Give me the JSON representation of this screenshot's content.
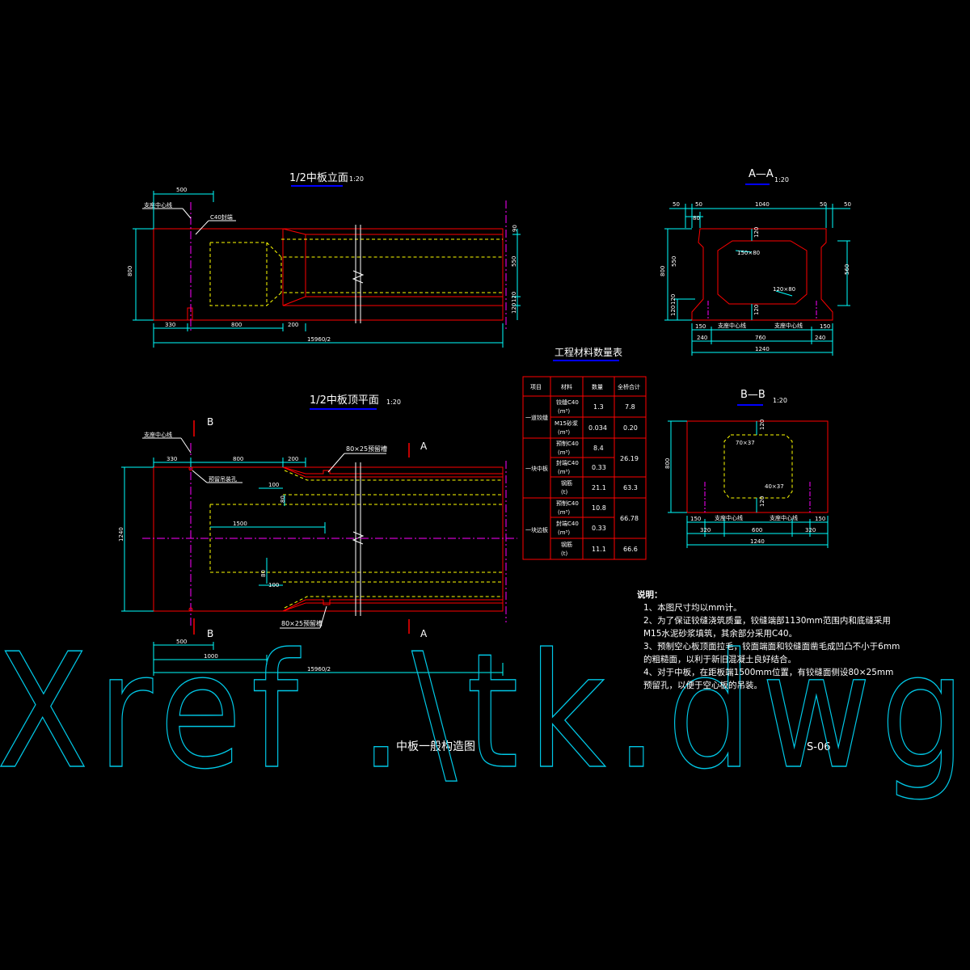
{
  "colors": {
    "background": "#000000",
    "outline": "#ff0000",
    "dashed": "#ffff00",
    "dimension": "#00ffff",
    "centerline": "#ff00ff",
    "text": "#ffffff",
    "title_underline": "#0000ff",
    "watermark": "#00c8e6"
  },
  "elevation": {
    "title": "1/2中板立面",
    "scale": "1:20",
    "label_center": "支座中心线",
    "label_c40": "C40封端",
    "dims": {
      "top_500": "500",
      "left_800": "800",
      "b_330": "330",
      "b_800": "800",
      "b_200": "200",
      "b_total": "15960/2",
      "r_90": "90",
      "r_550": "550",
      "r_120a": "120",
      "r_120b": "120"
    }
  },
  "plan": {
    "title": "1/2中板顶平面",
    "scale": "1:20",
    "label_center": "支座中心线",
    "label_hole": "预留吊装孔",
    "label_groove_top": "80×25预留槽",
    "label_groove_bottom": "80×25预留槽",
    "sec_b_top": "B",
    "sec_b_bottom": "B",
    "sec_a_top": "A",
    "sec_a_bottom": "A",
    "dims": {
      "t_330": "330",
      "t_800": "800",
      "t_200": "200",
      "left_1240": "1240",
      "d_100a": "100",
      "d_80a": "80",
      "d_1500": "1500",
      "d_80b": "80",
      "d_100b": "100",
      "b_500": "500",
      "b_1000": "1000",
      "b_total": "15960/2"
    }
  },
  "sectionA": {
    "title": "A—A",
    "scale": "1:20",
    "dims": {
      "t_50a": "50",
      "t_50b": "50",
      "t_80": "80",
      "t_1040": "1040",
      "t_50c": "50",
      "t_50d": "50",
      "h_120a": "120",
      "chamfer_top": "150×80",
      "chamfer_bottom": "120×80",
      "h_120b": "120",
      "l_800": "800",
      "l_550": "550",
      "l_120a": "120",
      "l_120b": "120",
      "r_560": "560",
      "b_150a": "150",
      "b_150b": "150",
      "b_240a": "240",
      "b_760": "760",
      "b_240b": "240",
      "b_1240": "1240"
    },
    "label_center_left": "支座中心线",
    "label_center_right": "支座中心线"
  },
  "sectionB": {
    "title": "B—B",
    "scale": "1:20",
    "dims": {
      "h_120a": "120",
      "chamfer_top": "70×37",
      "chamfer_bottom": "40×37",
      "h_120b": "120",
      "l_800": "800",
      "b_150a": "150",
      "b_320a": "320",
      "b_600": "600",
      "b_320b": "320",
      "b_150b": "150",
      "b_1240": "1240"
    },
    "label_center_left": "支座中心线",
    "label_center_right": "支座中心线"
  },
  "table": {
    "title": "工程材料数量表",
    "headers": [
      "项目",
      "材料",
      "数量",
      "全桥合计"
    ],
    "groups": [
      {
        "name": "一道铰缝",
        "rows": [
          {
            "material": "铰缝C40",
            "unit": "(m³)",
            "qty": "1.3",
            "total": "7.8"
          },
          {
            "material": "M15砂浆",
            "unit": "(m³)",
            "qty": "0.034",
            "total": "0.20"
          }
        ]
      },
      {
        "name": "一块中板",
        "rows": [
          {
            "material": "预制C40",
            "unit": "(m³)",
            "qty": "8.4",
            "total": "26.19"
          },
          {
            "material": "封端C40",
            "unit": "(m³)",
            "qty": "0.33",
            "total": ""
          },
          {
            "material": "钢筋",
            "unit": "(t)",
            "qty": "21.1",
            "total": "63.3"
          }
        ]
      },
      {
        "name": "一块边板",
        "rows": [
          {
            "material": "预制C40",
            "unit": "(m³)",
            "qty": "10.8",
            "total": "66.78"
          },
          {
            "material": "封端C40",
            "unit": "(m³)",
            "qty": "0.33",
            "total": ""
          },
          {
            "material": "钢筋",
            "unit": "(t)",
            "qty": "11.1",
            "total": "66.6"
          }
        ]
      }
    ]
  },
  "notes": {
    "heading": "说明：",
    "items": [
      "1、本图尺寸均以mm计。",
      "2、为了保证铰缝浇筑质量，铰缝端部1130mm范围内和底缝采用",
      "   M15水泥砂浆填筑，其余部分采用C40。",
      "3、预制空心板顶面拉毛，铰面端面和铰缝面凿毛成凹凸不小于6mm",
      "   的粗糙面，以利于新旧混凝土良好结合。",
      "4、对于中板，在距板端1500mm位置，有铰缝面侧设80×25mm",
      "   预留孔，以便于空心板的吊装。"
    ]
  },
  "drawing_title": "中板一般构造图",
  "drawing_number": "S-06",
  "watermark": "Xref .\\tk.dwg"
}
